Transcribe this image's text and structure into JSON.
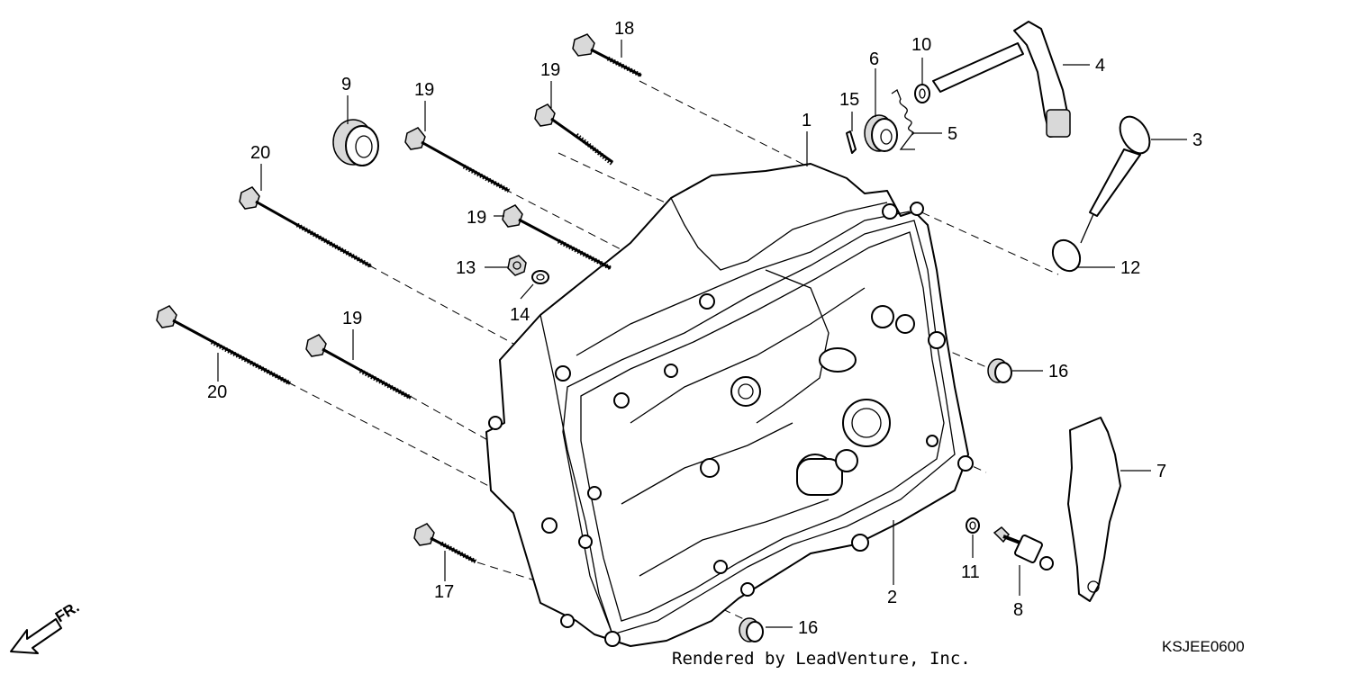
{
  "diagram": {
    "callouts": [
      {
        "id": "1",
        "label": "1"
      },
      {
        "id": "2",
        "label": "2"
      },
      {
        "id": "3",
        "label": "3"
      },
      {
        "id": "4",
        "label": "4"
      },
      {
        "id": "5",
        "label": "5"
      },
      {
        "id": "6",
        "label": "6"
      },
      {
        "id": "7",
        "label": "7"
      },
      {
        "id": "8",
        "label": "8"
      },
      {
        "id": "9",
        "label": "9"
      },
      {
        "id": "10",
        "label": "10"
      },
      {
        "id": "11",
        "label": "11"
      },
      {
        "id": "12",
        "label": "12"
      },
      {
        "id": "13",
        "label": "13"
      },
      {
        "id": "14",
        "label": "14"
      },
      {
        "id": "15",
        "label": "15"
      },
      {
        "id": "16a",
        "label": "16"
      },
      {
        "id": "16b",
        "label": "16"
      },
      {
        "id": "17",
        "label": "17"
      },
      {
        "id": "18",
        "label": "18"
      },
      {
        "id": "19a",
        "label": "19"
      },
      {
        "id": "19b",
        "label": "19"
      },
      {
        "id": "19c",
        "label": "19"
      },
      {
        "id": "19d",
        "label": "19"
      },
      {
        "id": "20a",
        "label": "20"
      },
      {
        "id": "20b",
        "label": "20"
      }
    ],
    "direction_marker": "FR.",
    "footer_credit": "Rendered by LeadVenture, Inc.",
    "diagram_code": "KSJEE0600"
  }
}
